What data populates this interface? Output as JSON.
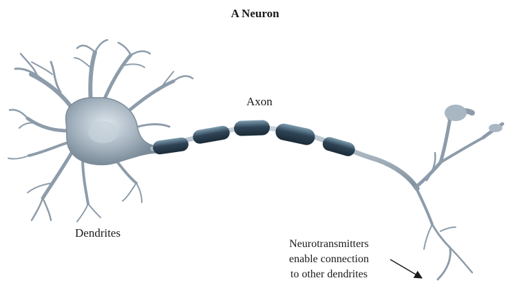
{
  "title": "A Neuron",
  "labels": {
    "axon": "Axon",
    "dendrites": "Dendrites",
    "neurotransmitters": [
      "Neurotransmitters",
      "enable connection",
      "to other dendrites"
    ]
  },
  "colors": {
    "neuron_body": "#aab8c4",
    "neuron_outline": "#7e8d9b",
    "myelin": "#2c4152",
    "myelin_highlight": "#6f8ea3",
    "arrow": "#1a1a1a"
  }
}
